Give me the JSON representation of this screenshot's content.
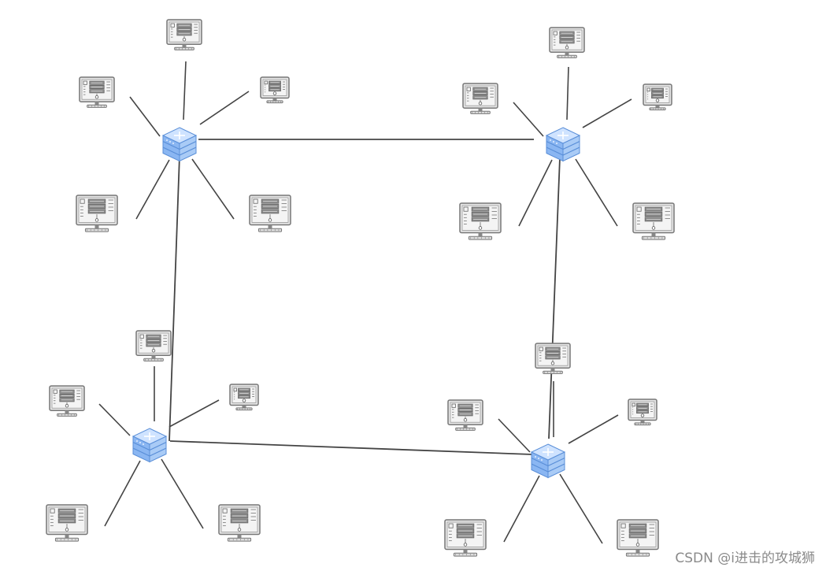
{
  "diagram": {
    "type": "network-topology",
    "colors": {
      "background": "#ffffff",
      "link": "#444444",
      "switch_top": "#cfe3ff",
      "switch_side": "#8ab6f2",
      "switch_stroke": "#5a8fd8",
      "terminal_frame": "#777777",
      "terminal_screen": "#f4f4f4"
    },
    "icons": {
      "hub": "network-switch-icon",
      "node": "server-terminal-icon"
    },
    "hubs": [
      {
        "id": "switch-1",
        "icon": "network-switch-icon"
      },
      {
        "id": "switch-2",
        "icon": "network-switch-icon"
      },
      {
        "id": "switch-3",
        "icon": "network-switch-icon"
      },
      {
        "id": "switch-4",
        "icon": "network-switch-icon"
      }
    ],
    "hub_links": [
      [
        "switch-1",
        "switch-2"
      ],
      [
        "switch-1",
        "switch-3"
      ],
      [
        "switch-2",
        "switch-4"
      ],
      [
        "switch-3",
        "switch-4"
      ]
    ],
    "terminals_per_hub": 5
  },
  "watermark": "CSDN @i进击的攻城狮"
}
